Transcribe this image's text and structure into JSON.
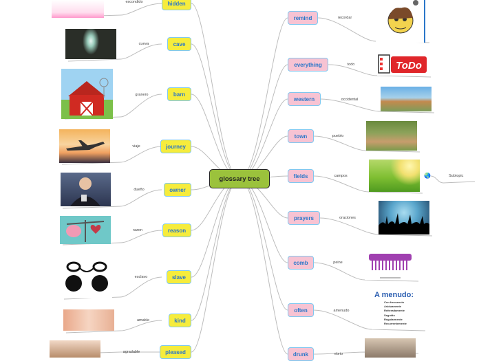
{
  "central": {
    "title": "glossary tree"
  },
  "left_branches": [
    {
      "word": "hidden",
      "translation": "escondido",
      "picture": "hidden-picture"
    },
    {
      "word": "cave",
      "translation": "cueva",
      "picture": "cave-picture"
    },
    {
      "word": "barn",
      "translation": "granero",
      "picture": "barn-picture"
    },
    {
      "word": "journey",
      "translation": "viaje",
      "picture": "airplane-picture"
    },
    {
      "word": "owner",
      "translation": "dueño",
      "picture": "businessman-picture"
    },
    {
      "word": "reason",
      "translation": "razon",
      "picture": "brain-heart-scale-picture"
    },
    {
      "word": "slave",
      "translation": "esclavo",
      "picture": "shackled-hands-picture"
    },
    {
      "word": "kind",
      "translation": "amable",
      "picture": "holding-hands-picture"
    },
    {
      "word": "pleased",
      "translation": "agradable",
      "picture": "smiling-woman-picture"
    }
  ],
  "right_branches": [
    {
      "word": "remind",
      "translation": "recordar",
      "picture": "thinking-boy-picture"
    },
    {
      "word": "everything",
      "translation": "todo",
      "picture": "todo-checklist-picture",
      "picture_text": "ToDo"
    },
    {
      "word": "western",
      "translation": "occidental",
      "picture": "western-town-picture"
    },
    {
      "word": "town",
      "translation": "pueblo",
      "picture": "village-picture"
    },
    {
      "word": "fields",
      "translation": "campos",
      "picture": "green-fields-picture"
    },
    {
      "word": "prayers",
      "translation": "oraciones",
      "picture": "crowd-silhouette-picture"
    },
    {
      "word": "comb",
      "translation": "peine",
      "picture": "purple-comb-picture"
    },
    {
      "word": "often",
      "translation": "amenudo",
      "picture": "amenudo-list-picture",
      "picture_title": "A menudo:",
      "picture_lines": [
        "Con frecuencia",
        "Asiduamente",
        "Reiteradamente",
        "Seguido",
        "Regularmente",
        "Recurrentemente"
      ]
    },
    {
      "word": "drunk",
      "translation": "ebrio",
      "picture": "drunk-man-picture"
    }
  ],
  "subtopic": {
    "label": "Subtopic",
    "icon": "globe-icon",
    "glyph": "🌏"
  },
  "colors": {
    "left_node_fill": "#f6ec3c",
    "right_node_fill": "#f7c3d3",
    "node_border": "#7fc8f0",
    "node_text": "#2a77c9",
    "central_fill": "#9bc23c",
    "connector": "#bdbdbd"
  }
}
